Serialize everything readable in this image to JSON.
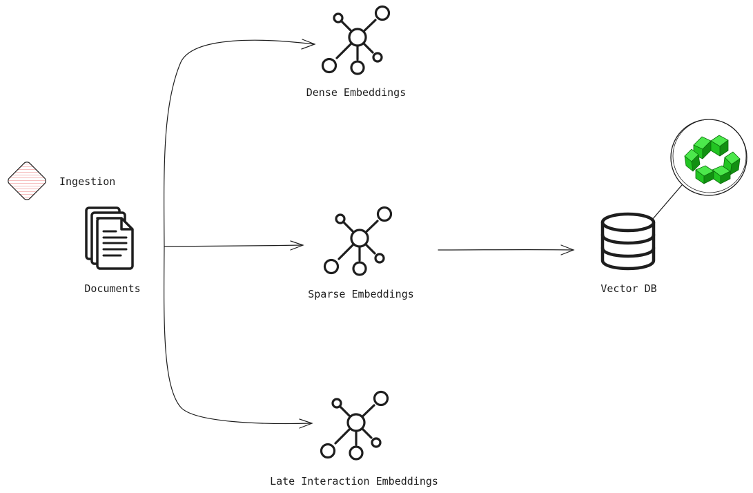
{
  "legend": {
    "label": "Ingestion",
    "colors": {
      "fill": "#ffc9c9",
      "stroke": "#1e1e1e"
    }
  },
  "nodes": {
    "documents": {
      "label": "Documents",
      "icon": "documents-icon"
    },
    "dense": {
      "label": "Dense Embeddings",
      "icon": "embedding-network-icon"
    },
    "sparse": {
      "label": "Sparse Embeddings",
      "icon": "embedding-network-icon"
    },
    "late": {
      "label": "Late Interaction Embeddings",
      "icon": "embedding-network-icon"
    },
    "vector_db": {
      "label": "Vector DB",
      "icon": "database-icon"
    },
    "recycle_badge": {
      "icon": "recycle-icon",
      "colors": {
        "light": "#4ce84c",
        "mid": "#22c422",
        "dark": "#129012"
      }
    }
  },
  "colors": {
    "stroke": "#1e1e1e",
    "background": "#ffffff"
  }
}
